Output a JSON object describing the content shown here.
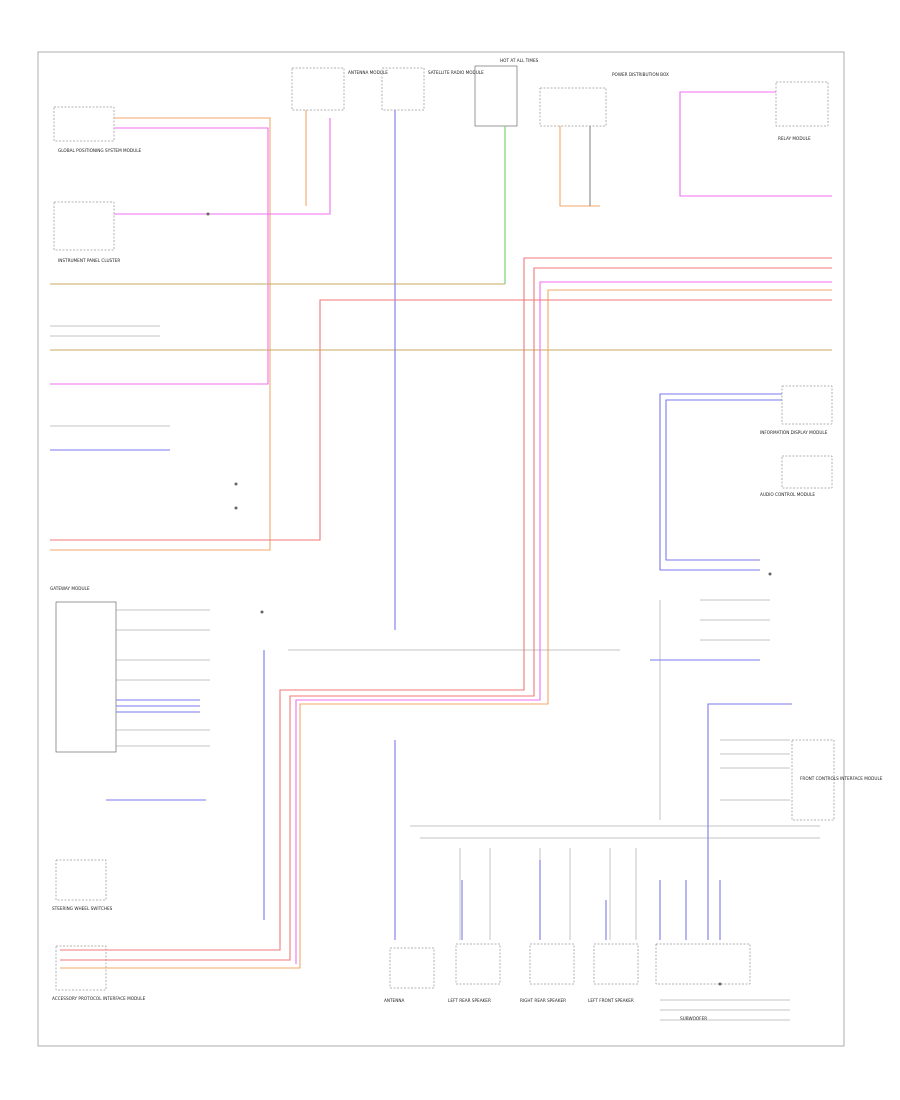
{
  "diagram": {
    "frame_label": "",
    "colors": {
      "orange": "#f0a868",
      "pink": "#f070f0",
      "red": "#f07a7a",
      "blue": "#7a7af0",
      "green": "#6ad06a",
      "olive": "#c8a860",
      "gray": "#888888"
    },
    "components": [
      {
        "id": "c-top-left",
        "label": "GLOBAL POSITIONING SYSTEM MODULE"
      },
      {
        "id": "c-cluster",
        "label": "INSTRUMENT PANEL CLUSTER"
      },
      {
        "id": "c-ant1",
        "label": "ANTENNA MODULE"
      },
      {
        "id": "c-ant2",
        "label": "SATELLITE RADIO MODULE"
      },
      {
        "id": "c-fuse",
        "label": "HOT AT ALL TIMES"
      },
      {
        "id": "c-tr-module",
        "label": "POWER DISTRIBUTION BOX"
      },
      {
        "id": "c-tr-far",
        "label": "RELAY MODULE"
      },
      {
        "id": "c-r-mod1",
        "label": "INFORMATION DISPLAY MODULE"
      },
      {
        "id": "c-r-mod2",
        "label": "AUDIO CONTROL MODULE"
      },
      {
        "id": "c-r-mod3",
        "label": "FRONT CONTROLS INTERFACE MODULE"
      },
      {
        "id": "c-l-mid",
        "label": "GATEWAY MODULE"
      },
      {
        "id": "c-l-low1",
        "label": "STEERING WHEEL SWITCHES"
      },
      {
        "id": "c-l-low2",
        "label": "ACCESSORY PROTOCOL INTERFACE MODULE"
      },
      {
        "id": "c-b1",
        "label": "ANTENNA"
      },
      {
        "id": "c-b2",
        "label": "LEFT REAR SPEAKER"
      },
      {
        "id": "c-b3",
        "label": "RIGHT REAR SPEAKER"
      },
      {
        "id": "c-b4",
        "label": "LEFT FRONT SPEAKER"
      },
      {
        "id": "c-b5",
        "label": "SUBWOOFER"
      }
    ]
  }
}
